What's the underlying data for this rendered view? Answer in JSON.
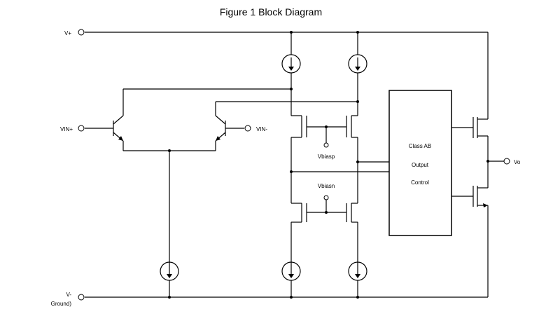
{
  "title": "Figure 1 Block Diagram",
  "pins": {
    "vplus": "V+",
    "vin_plus": "VIN+",
    "vin_minus": "VIN-",
    "vminus_line1": "V-",
    "vminus_line2": "Ground)",
    "vo": "Vo"
  },
  "bias": {
    "vbiasp": "Vbiasp",
    "vbiasn": "Vbiasn"
  },
  "block": {
    "line1": "Class AB",
    "line2": "Output",
    "line3": "Control"
  }
}
